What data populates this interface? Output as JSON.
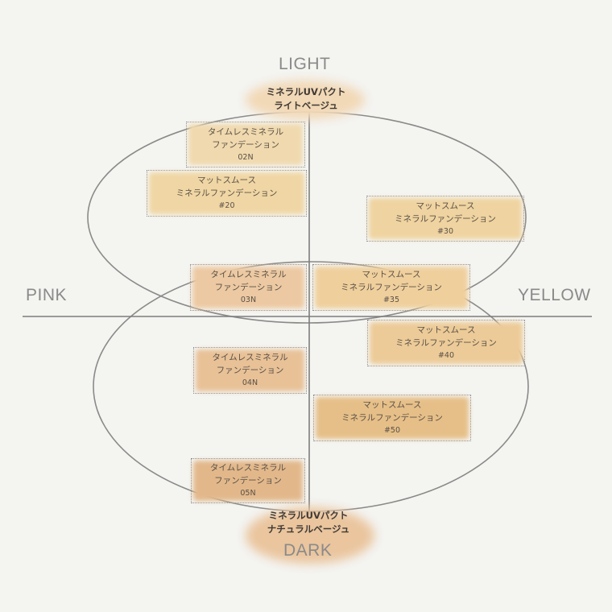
{
  "axes": {
    "top": "LIGHT",
    "bottom": "DARK",
    "left": "PINK",
    "right": "YELLOW"
  },
  "pacts": {
    "light": {
      "line1": "ミネラルUVパクト",
      "line2": "ライトベージュ"
    },
    "natural": {
      "line1": "ミネラルUVパクト",
      "line2": "ナチュラルベージュ"
    }
  },
  "swatches": [
    {
      "line1": "タイムレスミネラル",
      "line2": "ファンデーション",
      "code": "02N",
      "color": "#f0d9ae"
    },
    {
      "line1": "マットスムース",
      "line2": "ミネラルファンデーション",
      "code": "#20",
      "color": "#f0d6a4"
    },
    {
      "line1": "マットスムース",
      "line2": "ミネラルファンデーション",
      "code": "#30",
      "color": "#efd3a0"
    },
    {
      "line1": "タイムレスミネラル",
      "line2": "ファンデーション",
      "code": "03N",
      "color": "#ecc9a2"
    },
    {
      "line1": "マットスムース",
      "line2": "ミネラルファンデーション",
      "code": "#35",
      "color": "#efcf9c"
    },
    {
      "line1": "マットスムース",
      "line2": "ミネラルファンデーション",
      "code": "#40",
      "color": "#eccb98"
    },
    {
      "line1": "タイムレスミネラル",
      "line2": "ファンデーション",
      "code": "04N",
      "color": "#e8c197"
    },
    {
      "line1": "マットスムース",
      "line2": "ミネラルファンデーション",
      "code": "#50",
      "color": "#e6bf88"
    },
    {
      "line1": "タイムレスミネラル",
      "line2": "ファンデーション",
      "code": "05N",
      "color": "#e2b88b"
    }
  ],
  "colors": {
    "background": "#f4f4f1",
    "outline": "#8a8a8a",
    "pact_light": "#f1d8b6",
    "pact_natural": "#eac59e"
  }
}
